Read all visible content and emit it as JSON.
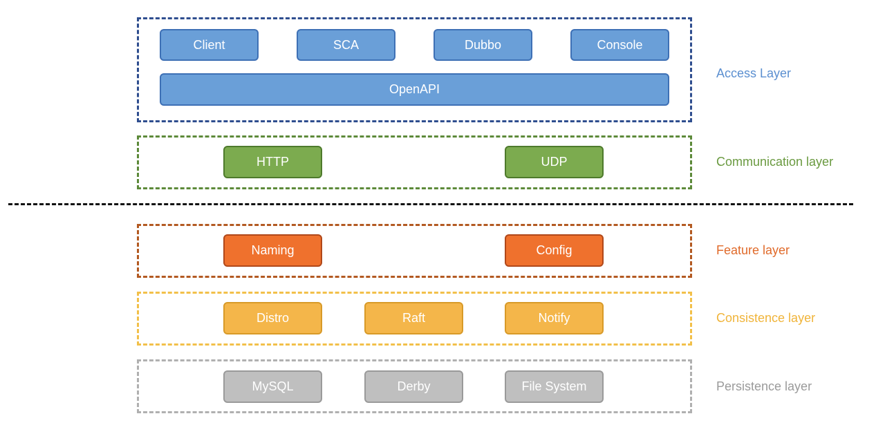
{
  "access_layer": {
    "label": "Access Layer",
    "nodes": [
      "Client",
      "SCA",
      "Dubbo",
      "Console"
    ],
    "openapi": "OpenAPI",
    "color": "#6a9fd8"
  },
  "communication_layer": {
    "label": "Communication layer",
    "nodes": [
      "HTTP",
      "UDP"
    ],
    "color": "#7cab4f"
  },
  "feature_layer": {
    "label": "Feature layer",
    "nodes": [
      "Naming",
      "Config"
    ],
    "color": "#ef712d"
  },
  "consistence_layer": {
    "label": "Consistence layer",
    "nodes": [
      "Distro",
      "Raft",
      "Notify"
    ],
    "color": "#f4b64a"
  },
  "persistence_layer": {
    "label": "Persistence layer",
    "nodes": [
      "MySQL",
      "Derby",
      "File System"
    ],
    "color": "#bfbfbf"
  }
}
